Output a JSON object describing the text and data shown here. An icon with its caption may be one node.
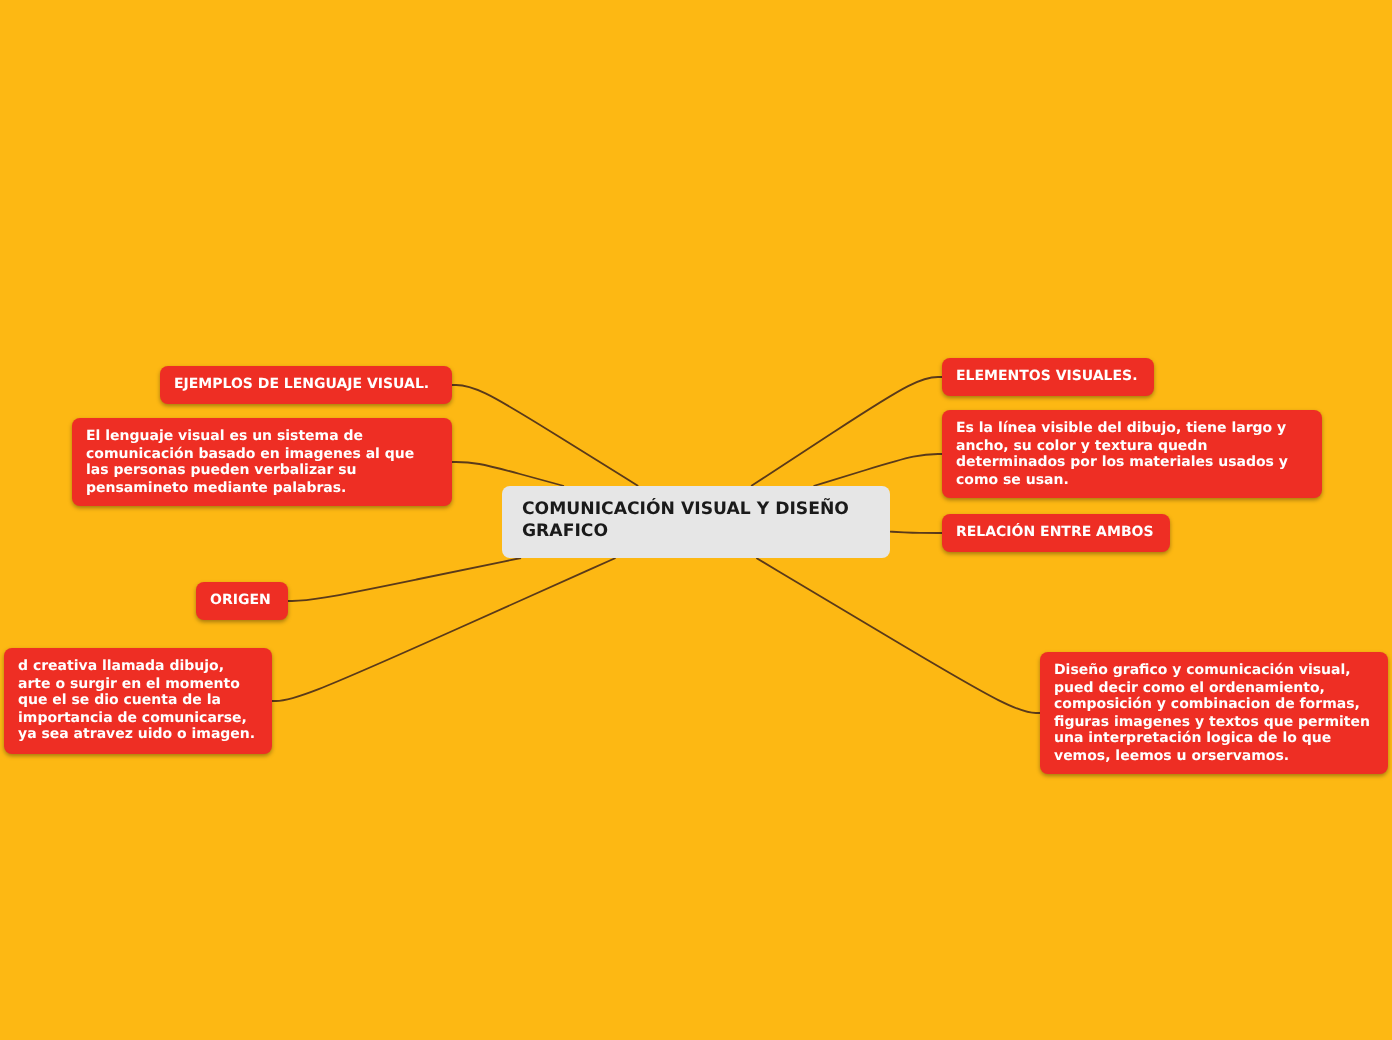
{
  "diagram": {
    "nodes": [
      {
        "text": [
          "COMUNICACIÓN VISUAL Y DISEÑO GRAFICO"
        ]
      },
      {
        "text": [
          "EJEMPLOS DE LENGUAJE VISUAL."
        ]
      },
      {
        "text": [
          "El lenguaje visual es un sistema de comunicación basado en imagenes al que las personas pueden verbalizar su pensamineto mediante palabras."
        ]
      },
      {
        "text": [
          "ORIGEN"
        ]
      },
      {
        "text": [
          "d creativa llamada dibujo, arte o surgir en el momento que el se dio cuenta de la importancia de comunicarse, ya sea atravez uido o imagen."
        ]
      },
      {
        "text": [
          "ELEMENTOS VISUALES."
        ]
      },
      {
        "text": [
          "Es la línea visible del dibujo, tiene largo y ancho, su color y textura quedn determinados por los materiales usados y como se usan."
        ]
      },
      {
        "text": [
          "RELACIÓN ENTRE AMBOS"
        ]
      },
      {
        "text": [
          "Diseño grafico y comunicación visual, pued decir como el ordenamiento, composición y combinacion de formas, figuras imagenes y textos que permiten una interpretación logica de lo que vemos, leemos u orservamos."
        ]
      }
    ],
    "edges": [
      {
        "from": 0,
        "to": 1,
        "arrow": "none"
      },
      {
        "from": 0,
        "to": 2,
        "arrow": "none"
      },
      {
        "from": 0,
        "to": 3,
        "arrow": "none"
      },
      {
        "from": 0,
        "to": 4,
        "arrow": "none"
      },
      {
        "from": 0,
        "to": 5,
        "arrow": "none"
      },
      {
        "from": 0,
        "to": 6,
        "arrow": "none"
      },
      {
        "from": 0,
        "to": 7,
        "arrow": "none"
      },
      {
        "from": 0,
        "to": 8,
        "arrow": "none"
      }
    ]
  }
}
